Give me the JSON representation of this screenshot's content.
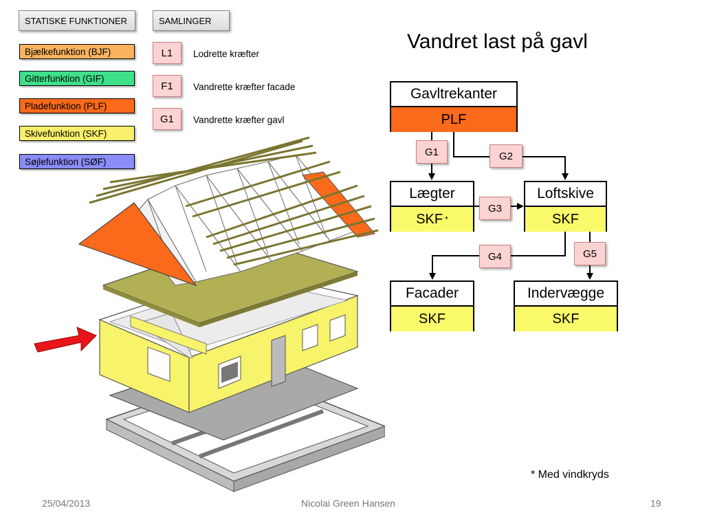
{
  "headers": {
    "statiske": "STATISKE FUNKTIONER",
    "samlinger": "SAMLINGER"
  },
  "legend": [
    {
      "label": "Bjælkefunktion (BJF)",
      "color": "#f9b35e"
    },
    {
      "label": "Gitterfunktion (GIF)",
      "color": "#3ee08a"
    },
    {
      "label": "Pladefunktion (PLF)",
      "color": "#fa6a1a"
    },
    {
      "label": "Skivefunktion (SKF)",
      "color": "#f8f06a"
    },
    {
      "label": "Søjlefunktion (SØF)",
      "color": "#8a8cf7"
    }
  ],
  "joints": [
    {
      "code": "L1",
      "desc": "Lodrette kræfter"
    },
    {
      "code": "F1",
      "desc": "Vandrette kræfter facade"
    },
    {
      "code": "G1",
      "desc": "Vandrette kræfter gavl"
    }
  ],
  "title": "Vandret last på gavl",
  "nodes": {
    "gavltrekanter": {
      "name": "Gavltrekanter",
      "func": "PLF"
    },
    "laegter": {
      "name": "Lægter",
      "func": "SKF",
      "mark": "*"
    },
    "loftskive": {
      "name": "Loftskive",
      "func": "SKF"
    },
    "facader": {
      "name": "Facader",
      "func": "SKF"
    },
    "indervaegge": {
      "name": "Indervægge",
      "func": "SKF"
    }
  },
  "connections": [
    "G1",
    "G2",
    "G3",
    "G4",
    "G5"
  ],
  "footnote": "* Med vindkryds",
  "footer": {
    "date": "25/04/2013",
    "author": "Nicolai Green Hansen",
    "page": "19"
  },
  "colors": {
    "plf": "#fa6a1a",
    "skf": "#fafa6a",
    "joint": "#fbd3d3"
  }
}
